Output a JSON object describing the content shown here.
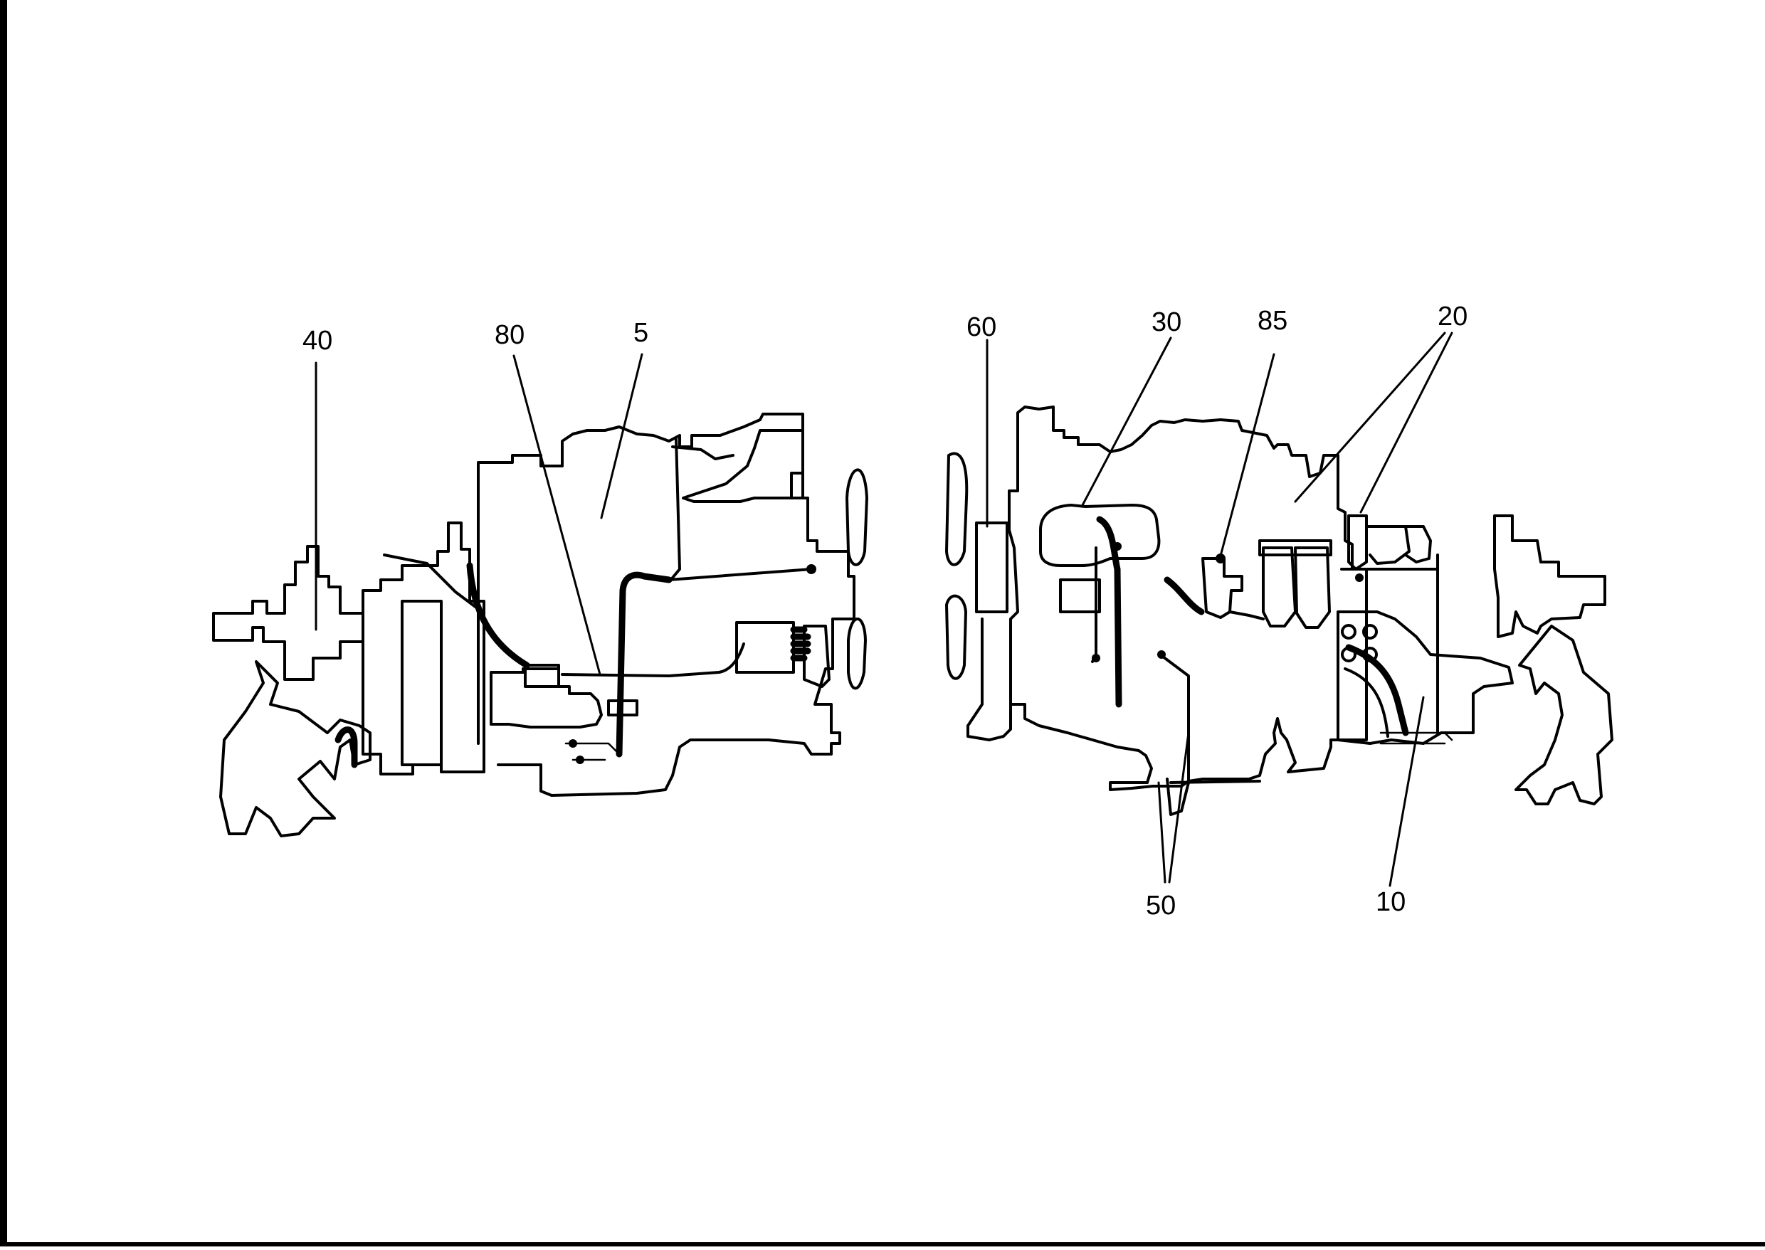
{
  "diagram": {
    "left_view": {
      "callouts": [
        {
          "key": "c40",
          "label": "40"
        },
        {
          "key": "c80",
          "label": "80"
        },
        {
          "key": "c5",
          "label": "5"
        }
      ]
    },
    "right_view": {
      "callouts": [
        {
          "key": "c60",
          "label": "60"
        },
        {
          "key": "c30",
          "label": "30"
        },
        {
          "key": "c85",
          "label": "85"
        },
        {
          "key": "c20",
          "label": "20"
        },
        {
          "key": "c50",
          "label": "50"
        },
        {
          "key": "c10",
          "label": "10"
        }
      ]
    }
  }
}
